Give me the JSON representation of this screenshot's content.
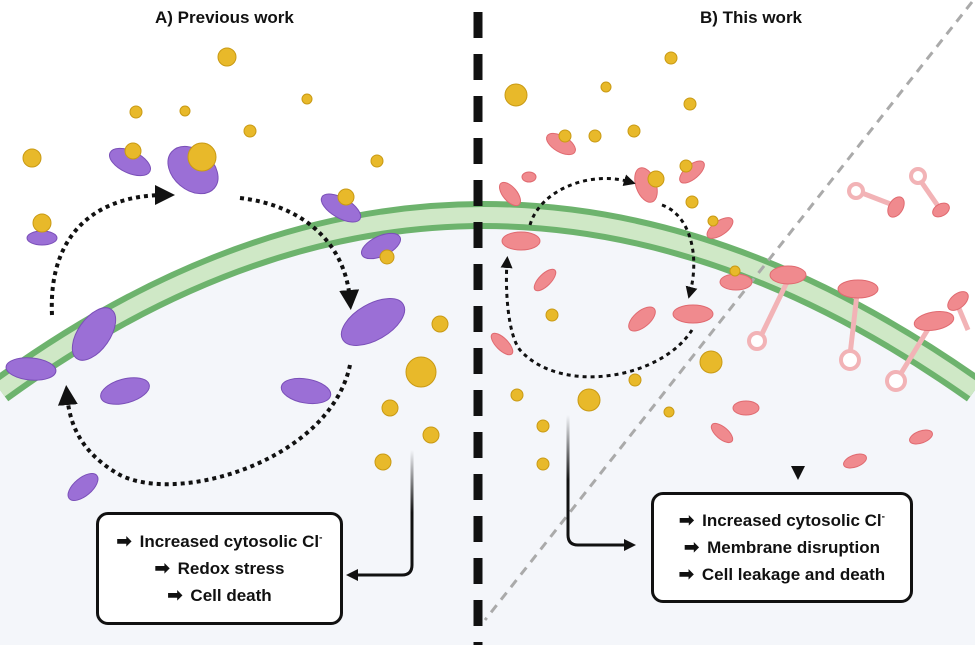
{
  "panels": {
    "left": {
      "title": "A) Previous work",
      "results": [
        {
          "text": "Increased cytosolic Cl",
          "sup": "-"
        },
        {
          "text": "Redox stress",
          "sup": ""
        },
        {
          "text": "Cell death",
          "sup": ""
        }
      ]
    },
    "right": {
      "title": "B) This work",
      "results": [
        {
          "text": "Increased cytosolic Cl",
          "sup": "-"
        },
        {
          "text": "Membrane disruption",
          "sup": ""
        },
        {
          "text": "Cell leakage and death",
          "sup": ""
        }
      ]
    }
  },
  "colors": {
    "membrane_outer": "#6db36d",
    "membrane_inner": "#cfe8c6",
    "cytosol": "#f4f6fa",
    "chloride": "#e8b92a",
    "carrier_previous": "#9b6fd6",
    "carrier_new": "#f08a8e",
    "anchor": "#f2b3b6",
    "divider": "#111111",
    "diagonal": "#aaaaaa"
  },
  "icons": {
    "arrow": "➡",
    "chloride_ion": "yellow-circle",
    "carrier": "ellipse"
  }
}
